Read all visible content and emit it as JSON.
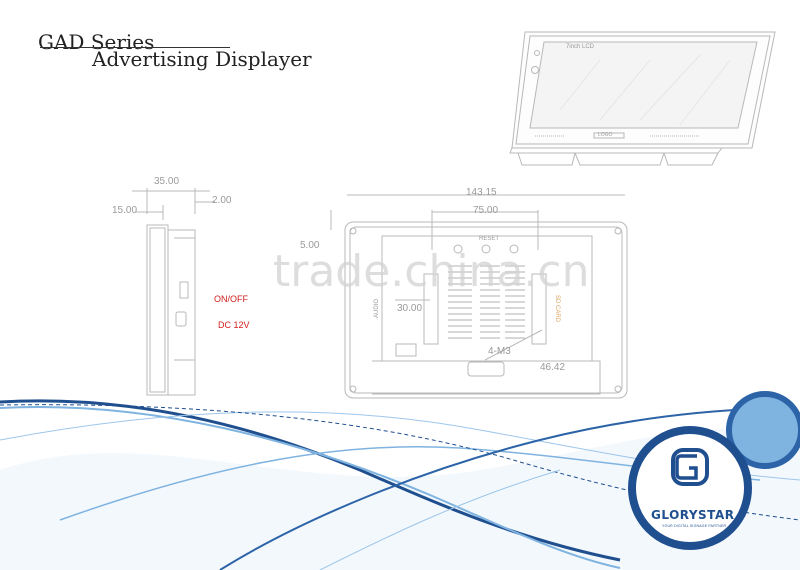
{
  "title": {
    "line1": "GAD Series",
    "line2": "Advertising Displayer"
  },
  "product_screen_label": "7inch LCD",
  "product_brand_label": "LOGO",
  "side_view": {
    "dim_top": "35.00",
    "dim_left": "15.00",
    "dim_right": "2.00",
    "label_power": "ON/OFF",
    "label_dc": "DC 12V"
  },
  "back_view": {
    "dim_width": "143.15",
    "dim_inner": "75.00",
    "dim_side": "5.00",
    "dim_vertical": "30.00",
    "dim_holes": "4-M3",
    "dim_bottom": "46.42",
    "label_center": "RESET",
    "label_left": "AUDIO",
    "label_right": "SD CARD"
  },
  "watermark": "trade.china.cn",
  "logo": {
    "brand": "GLORYSTAR",
    "tagline": "YOUR DIGITAL SIGNAGE PARTNER"
  },
  "colors": {
    "navy": "#1f4f8f",
    "light_blue": "#7fb3e0",
    "red_label": "#d21d1d",
    "line_gray": "#b5b5b5"
  }
}
